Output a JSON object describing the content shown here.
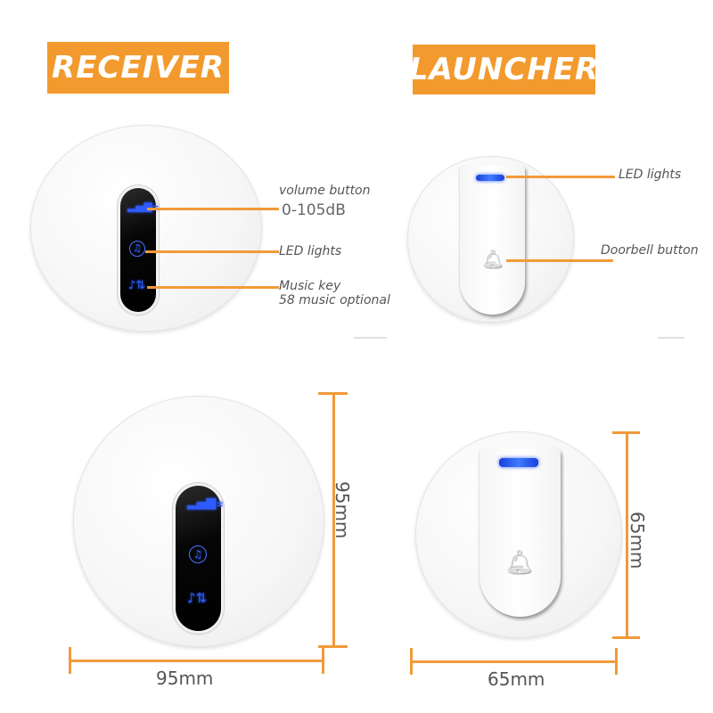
{
  "headers": {
    "receiver": "RECEIVER",
    "launcher": "LAUNCHER"
  },
  "receiver_callouts": {
    "volume_button": "volume button",
    "volume_range": "0-105dB",
    "led_lights": "LED lights",
    "music_key": "Music key",
    "music_optional": "58 music optional"
  },
  "launcher_callouts": {
    "led_lights": "LED lights",
    "doorbell_button": "Doorbell button"
  },
  "dimensions": {
    "receiver_width": "95mm",
    "receiver_height": "95mm",
    "launcher_width": "65mm",
    "launcher_height": "65mm"
  },
  "icons": {
    "volume": "volume-bars-icon",
    "music_led": "music-note-circle-icon",
    "music_key": "music-key-icon",
    "bell": "bell-icon"
  },
  "colors": {
    "accent": "#f39a2e",
    "led_blue": "#2e5bff",
    "text": "#555555"
  }
}
